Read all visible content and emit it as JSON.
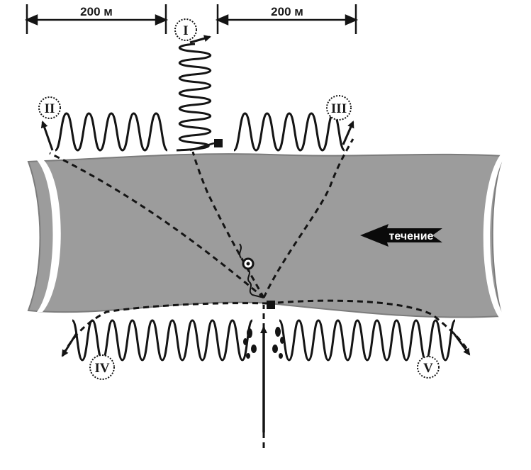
{
  "dimensions": {
    "left_label": "200 м",
    "right_label": "200 м"
  },
  "routes": {
    "r1": "I",
    "r2": "II",
    "r3": "III",
    "r4": "IV",
    "r5": "V"
  },
  "current": {
    "label": "течение"
  },
  "colors": {
    "river": "#9c9c9c",
    "river_edge": "#7c7c7c",
    "ink": "#141414",
    "paper": "#ffffff"
  }
}
